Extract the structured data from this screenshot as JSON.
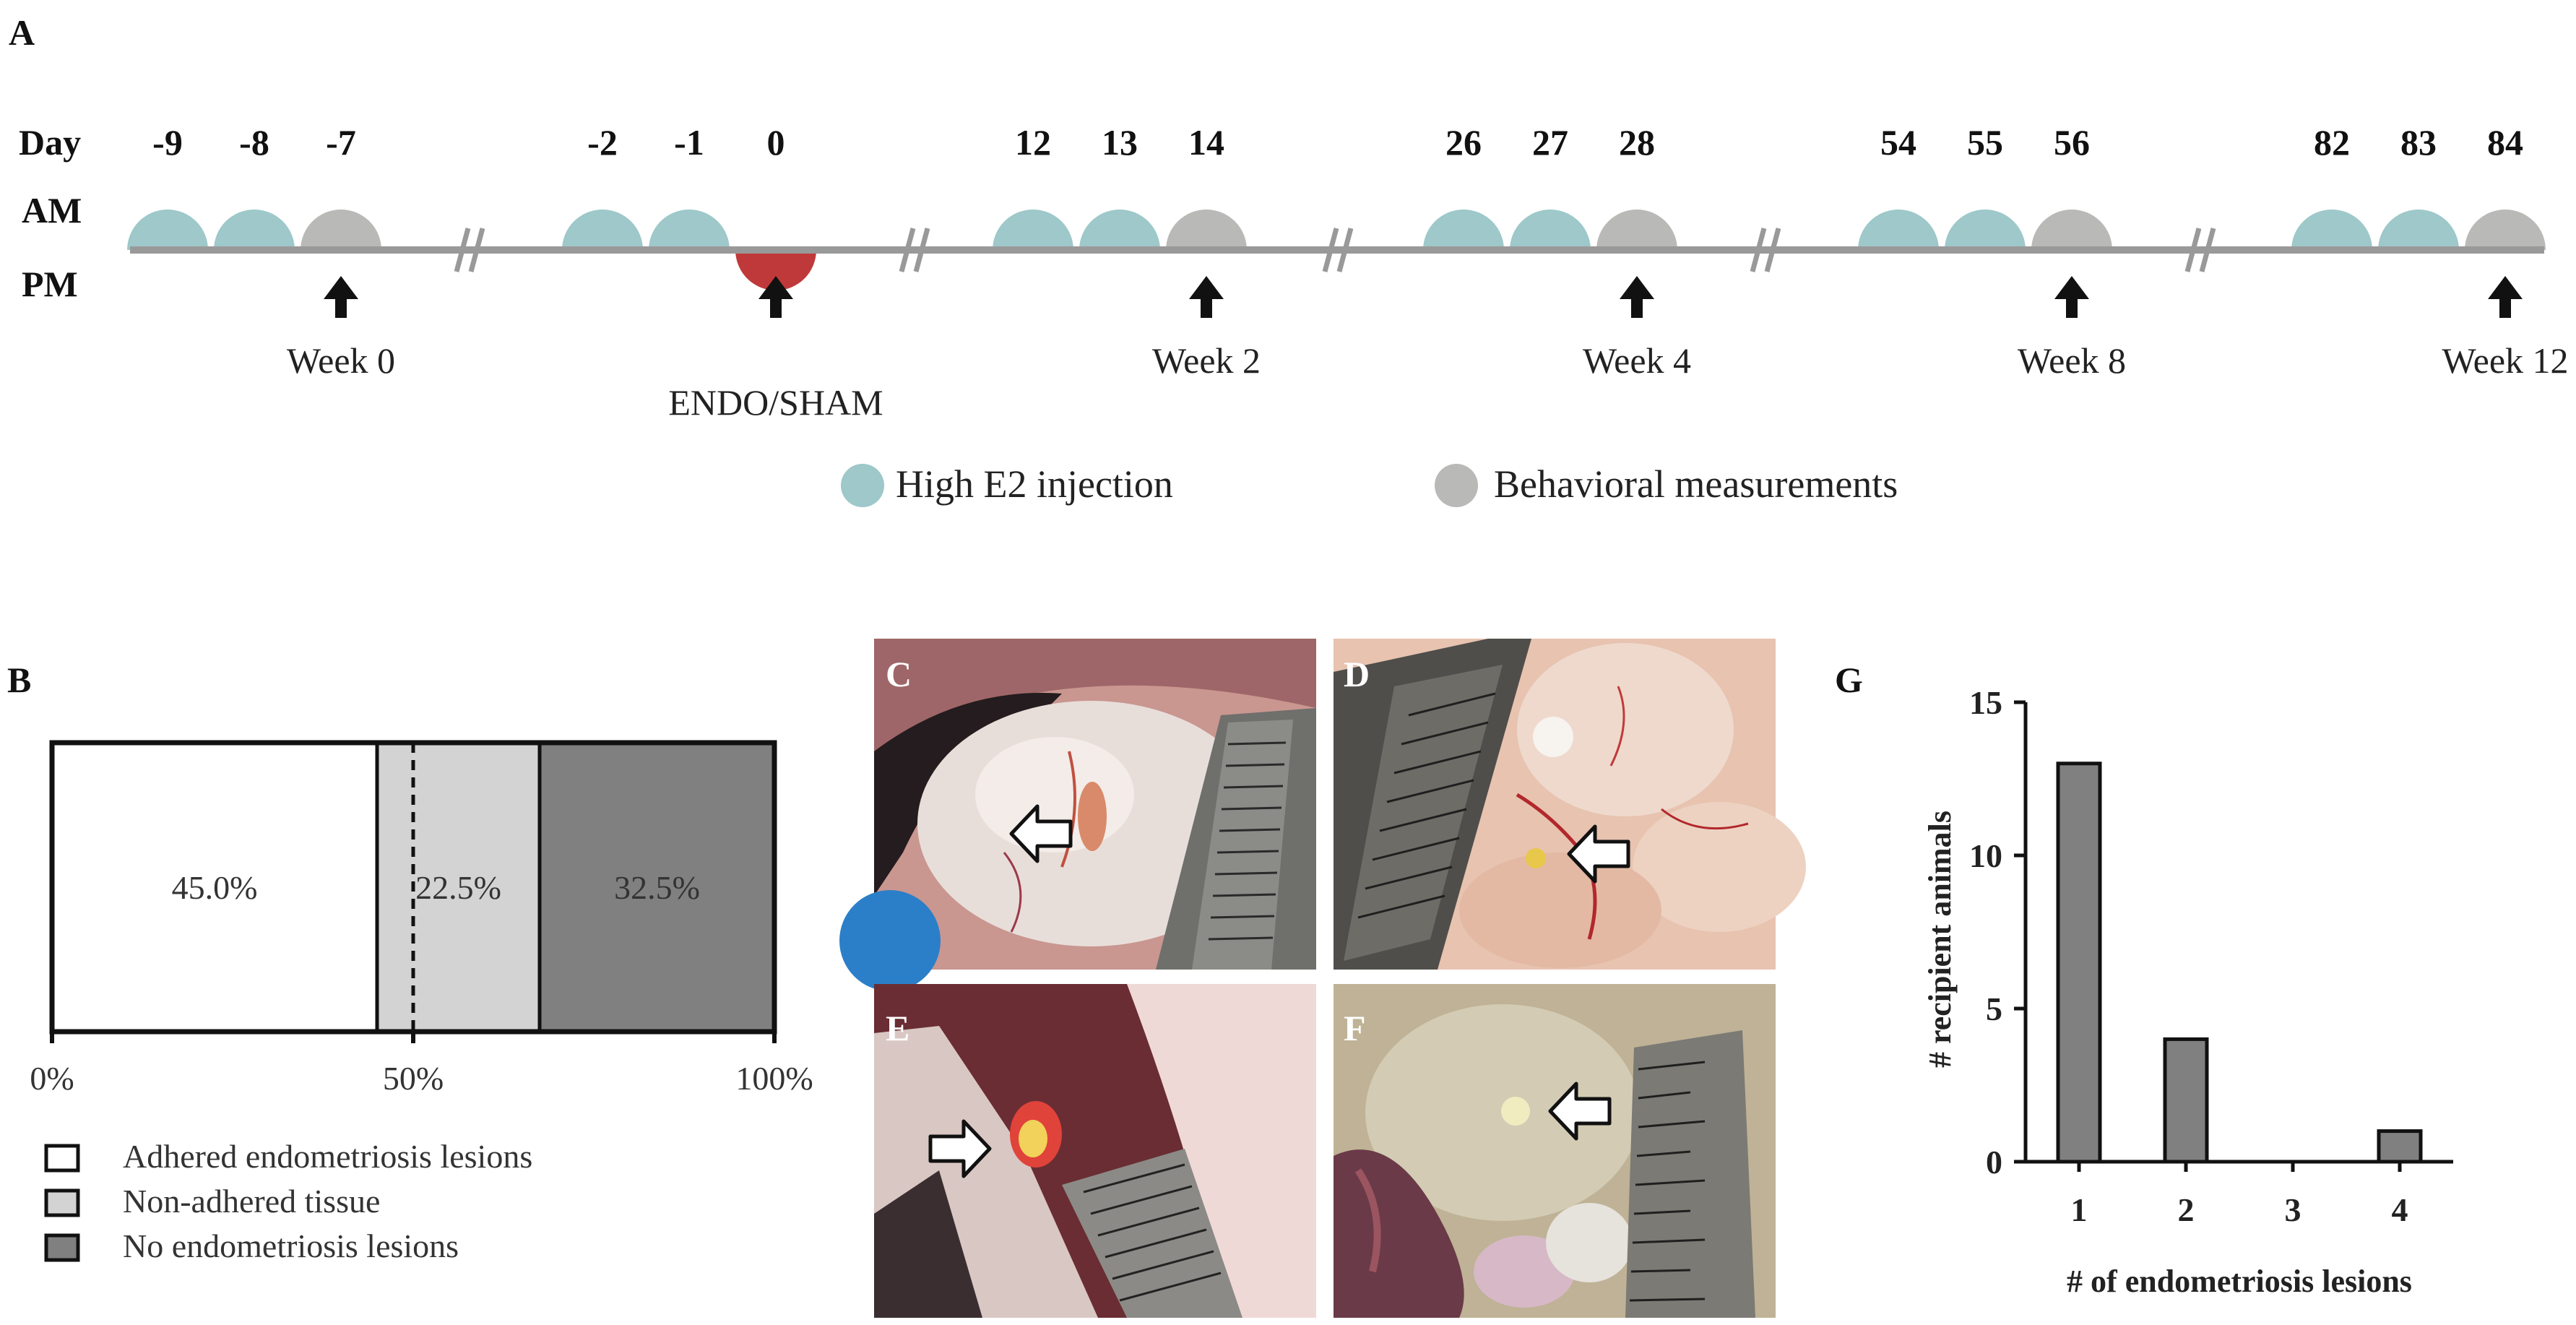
{
  "panel_labels": {
    "a": "A",
    "b": "B",
    "c": "C",
    "d": "D",
    "e": "E",
    "f": "F",
    "g": "G"
  },
  "timeline": {
    "row_labels": {
      "day": "Day",
      "am": "AM",
      "pm": "PM"
    },
    "groups": [
      {
        "days": [
          "-9",
          "-8",
          "-7"
        ],
        "events": [
          "e2",
          "e2",
          "behavior"
        ]
      },
      {
        "days": [
          "-2",
          "-1",
          "0"
        ],
        "events": [
          "e2",
          "e2",
          "surgery"
        ]
      },
      {
        "days": [
          "12",
          "13",
          "14"
        ],
        "events": [
          "e2",
          "e2",
          "behavior"
        ]
      },
      {
        "days": [
          "26",
          "27",
          "28"
        ],
        "events": [
          "e2",
          "e2",
          "behavior"
        ]
      },
      {
        "days": [
          "54",
          "55",
          "56"
        ],
        "events": [
          "e2",
          "e2",
          "behavior"
        ]
      },
      {
        "days": [
          "82",
          "83",
          "84"
        ],
        "events": [
          "e2",
          "e2",
          "behavior"
        ]
      }
    ],
    "arrows": [
      "Week 0",
      "ENDO/SHAM",
      "Week 2",
      "Week 4",
      "Week 8",
      "Week 12"
    ],
    "legend": {
      "e2": "High E2 injection",
      "behavior": "Behavioral measurements"
    },
    "colors": {
      "e2": "#9ec8c9",
      "behavior": "#b9b9b7",
      "surgery": "#c0393a",
      "axis": "#999999"
    }
  },
  "chart_data": [
    {
      "panel": "B",
      "type": "bar",
      "orientation": "horizontal-stacked",
      "segments": [
        {
          "name": "Adhered endometriosis lesions",
          "value": 45.0,
          "label": "45.0%",
          "color": "#ffffff"
        },
        {
          "name": "Non-adhered tissue",
          "value": 22.5,
          "label": "22.5%",
          "color": "#d3d3d3"
        },
        {
          "name": "No endometriosis lesions",
          "value": 32.5,
          "label": "32.5%",
          "color": "#808080"
        }
      ],
      "reference_line": 50,
      "xlim": [
        0,
        100
      ],
      "xticks": [
        "0%",
        "50%",
        "100%"
      ]
    },
    {
      "panel": "G",
      "type": "bar",
      "categories": [
        "1",
        "2",
        "3",
        "4"
      ],
      "values": [
        13,
        4,
        0,
        1
      ],
      "ylim": [
        0,
        15
      ],
      "yticks": [
        "0",
        "5",
        "10",
        "15"
      ],
      "xlabel": "# of endometriosis lesions",
      "ylabel": "# recipient animals",
      "bar_color": "#808080"
    }
  ]
}
